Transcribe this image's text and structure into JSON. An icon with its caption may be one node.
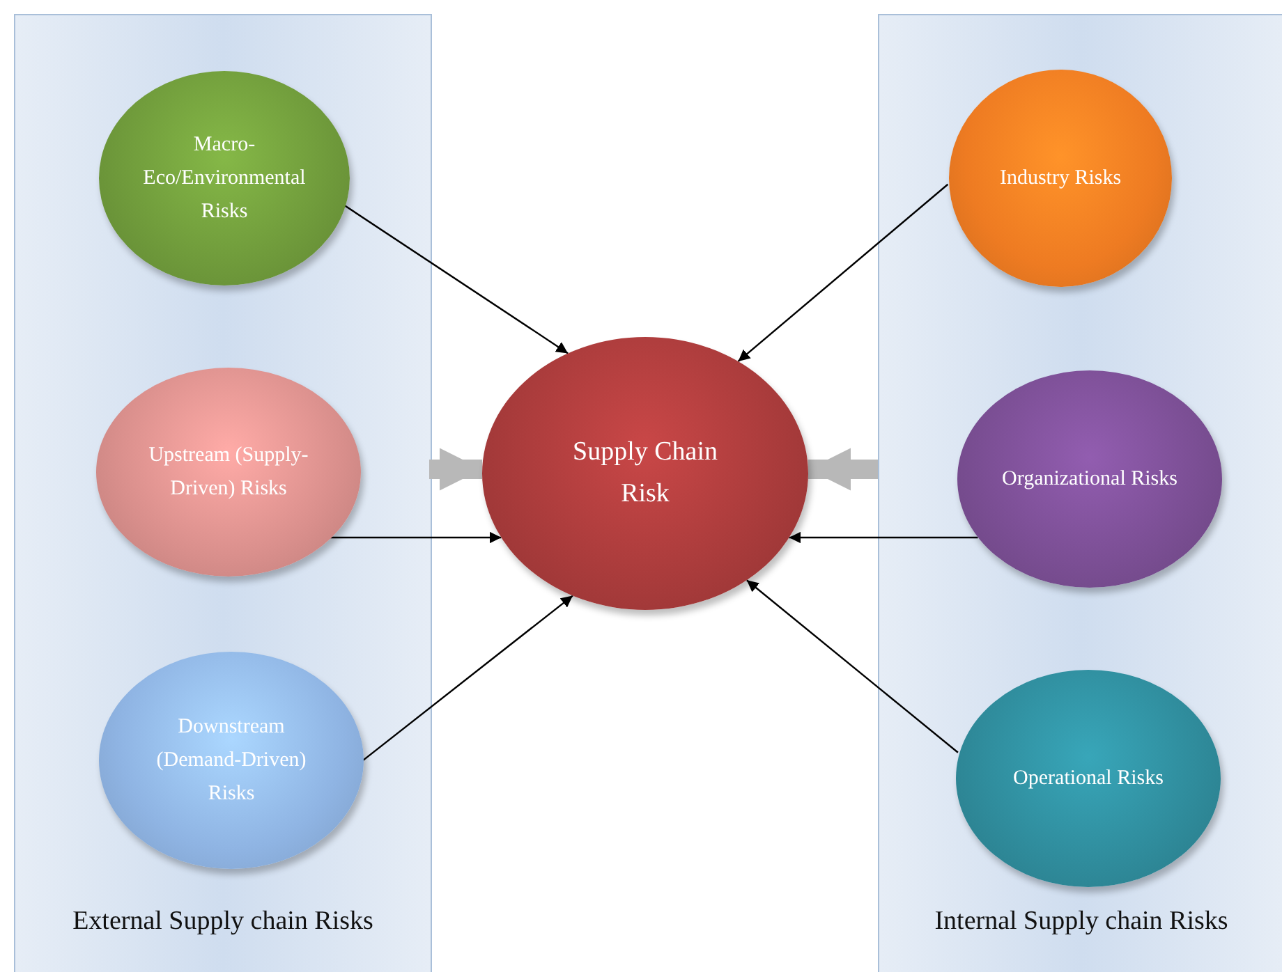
{
  "diagram": {
    "nodes": [
      {
        "text": [
          "External Supply chain Risks"
        ]
      },
      {
        "text": [
          "Macro-Eco/Environmental Risks"
        ],
        "in": 0
      },
      {
        "text": [
          "Upstream (Supply-Driven) Risks"
        ],
        "in": 0
      },
      {
        "text": [
          "Downstream (Demand-Driven) Risks"
        ],
        "in": 0
      },
      {
        "text": [
          "Supply Chain Risk"
        ]
      },
      {
        "text": [
          "Internal Supply chain Risks"
        ]
      },
      {
        "text": [
          "Industry Risks"
        ],
        "in": 5
      },
      {
        "text": [
          "Organizational Risks"
        ],
        "in": 5
      },
      {
        "text": [
          "Operational Risks"
        ],
        "in": 5
      }
    ],
    "edges": [
      {
        "from": 1,
        "to": 4,
        "arrow": "to"
      },
      {
        "from": 2,
        "to": 4,
        "arrow": "to"
      },
      {
        "from": 3,
        "to": 4,
        "arrow": "to"
      },
      {
        "from": 6,
        "to": 4,
        "arrow": "to"
      },
      {
        "from": 7,
        "to": 4,
        "arrow": "to"
      },
      {
        "from": 8,
        "to": 4,
        "arrow": "to"
      },
      {
        "from": 0,
        "to": 4,
        "arrow": "to",
        "style": "thick",
        "color": "#b8b8b8"
      },
      {
        "from": 5,
        "to": 4,
        "arrow": "to",
        "style": "thick",
        "color": "#b8b8b8"
      }
    ]
  }
}
